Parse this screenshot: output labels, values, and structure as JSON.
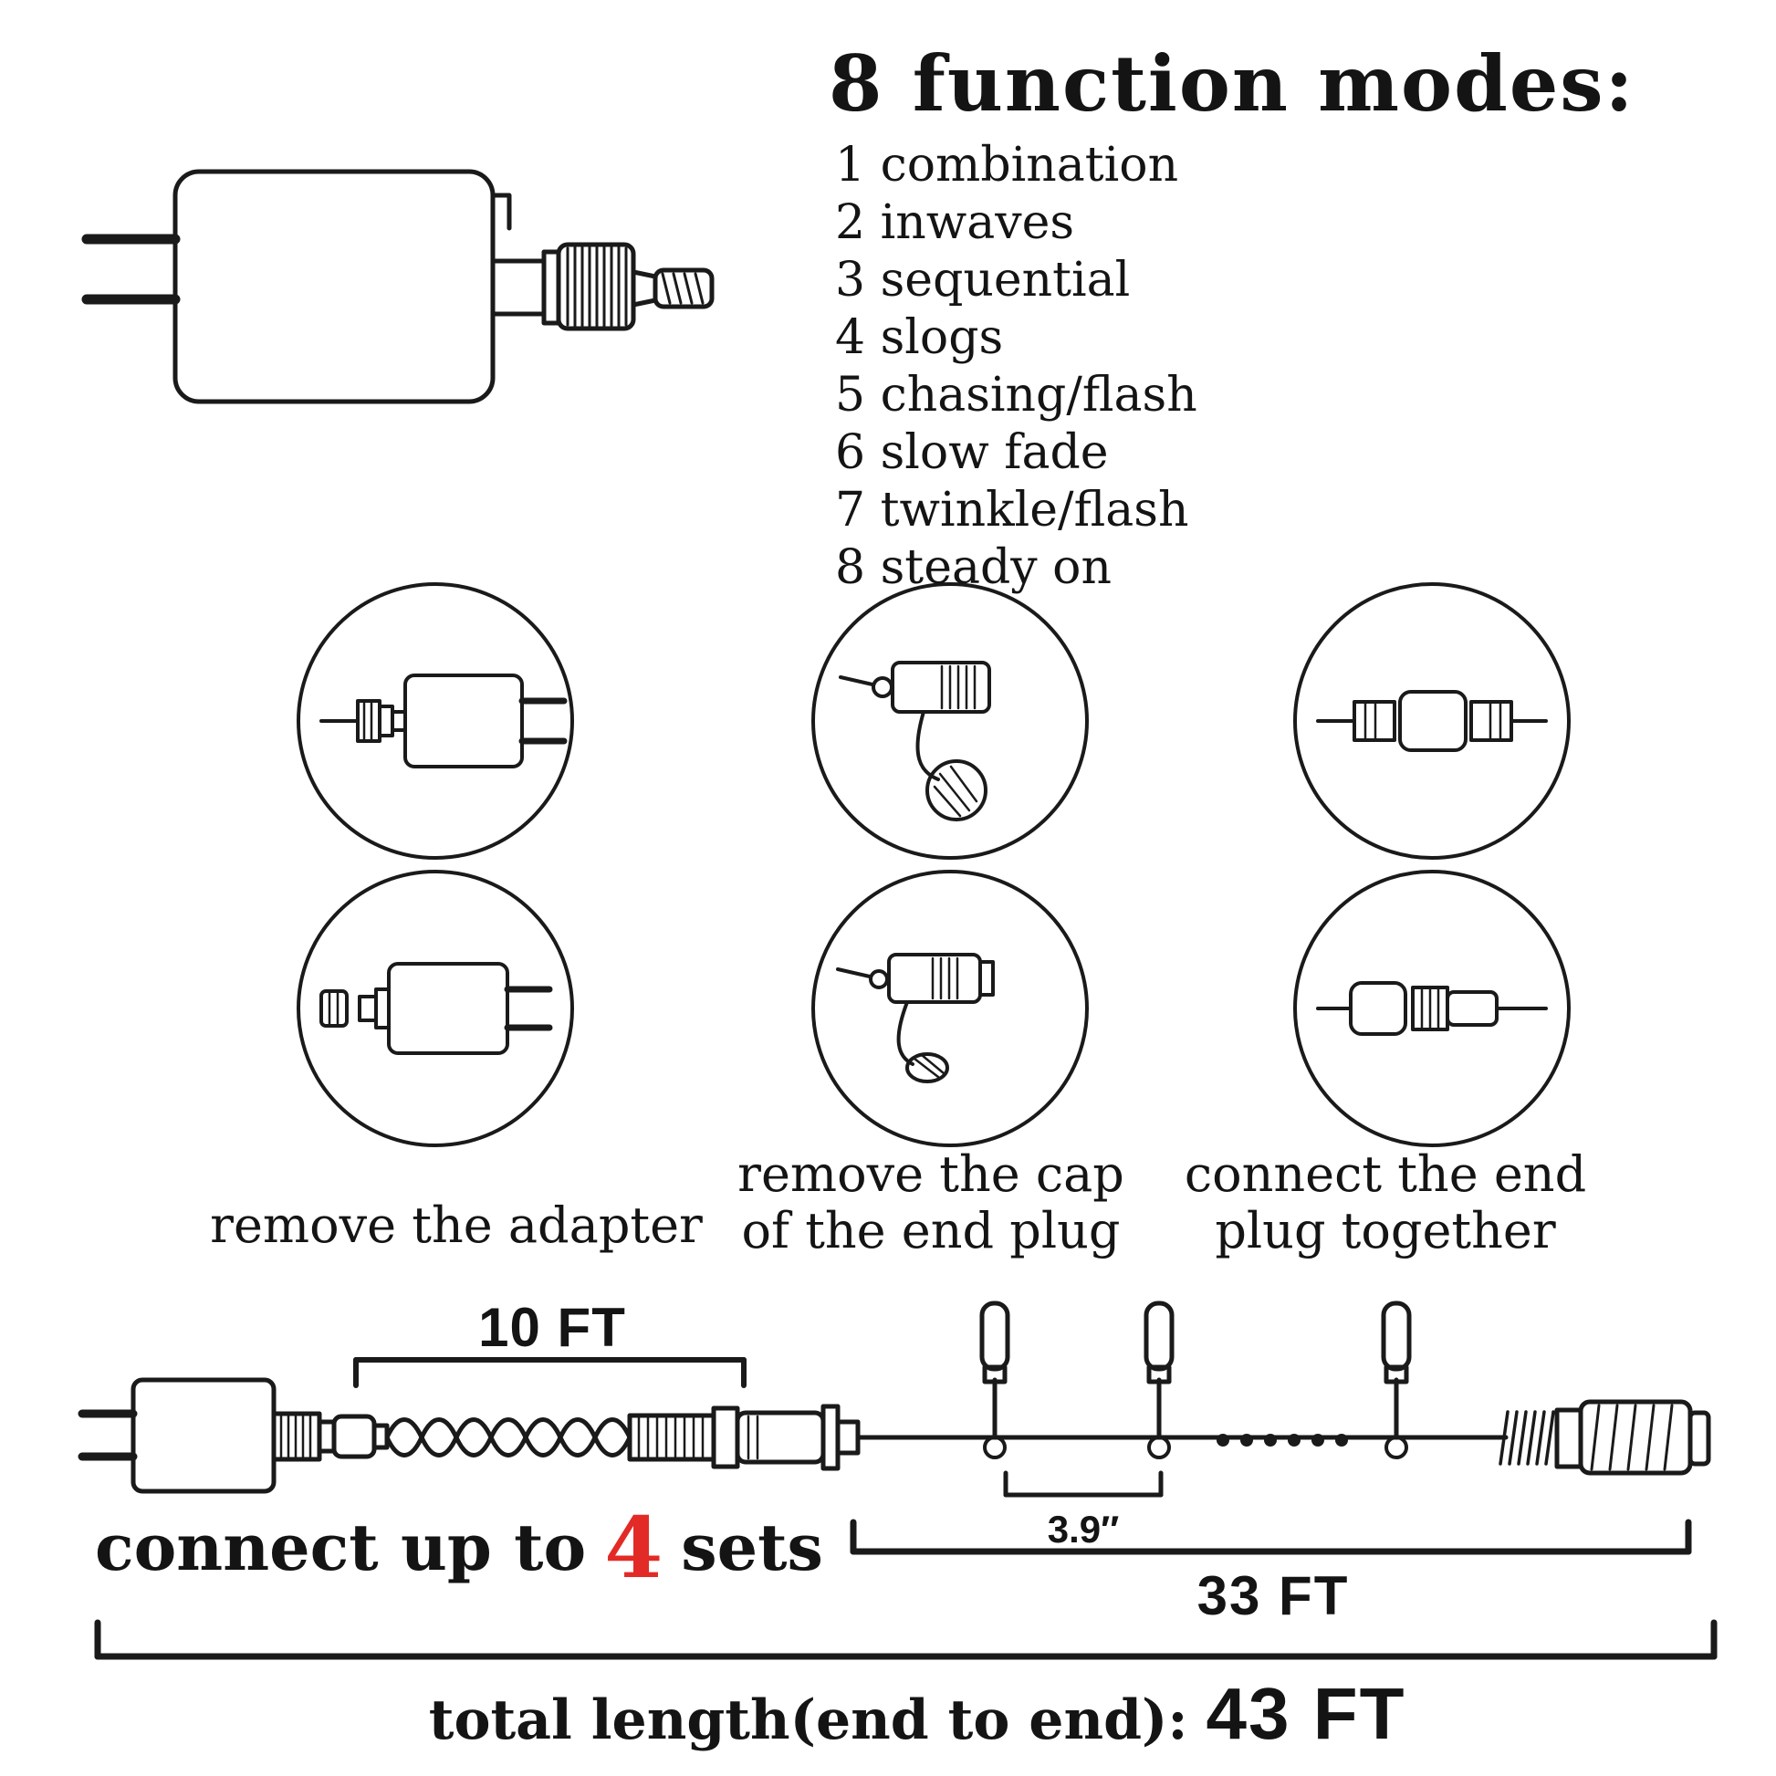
{
  "modes": {
    "title": "8 function modes:",
    "items": [
      "1 combination",
      "2 inwaves",
      "3 sequential",
      "4 slogs",
      "5 chasing/flash",
      "6 slow fade",
      "7 twinkle/flash",
      "8 steady on"
    ]
  },
  "steps": {
    "caption1_line1": "remove the adapter",
    "caption2_line1": "remove the cap",
    "caption2_line2": "of the end plug",
    "caption3_line1": "connect the end",
    "caption3_line2": "plug together"
  },
  "dimensions": {
    "segment_label": "10 FT",
    "spacing_label": "3.9″",
    "run_label": "33 FT",
    "total_prefix": "total length(end to end):",
    "total_value": "43 FT"
  },
  "connect": {
    "prefix": "connect up to",
    "count": "4",
    "suffix": "sets"
  },
  "colors": {
    "ink": "#1a1a1a",
    "accent_red": "#e22b26"
  }
}
